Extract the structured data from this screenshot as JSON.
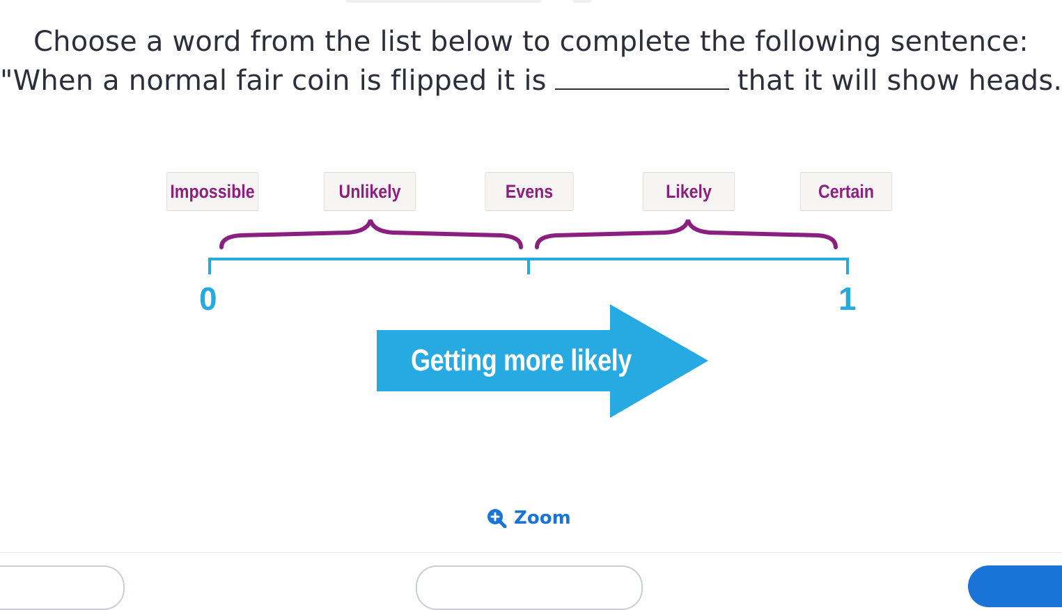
{
  "question": {
    "line1": "Choose a word from the list below to complete the following sentence:",
    "line2_before": "\"When a normal fair coin is flipped it is",
    "line2_after": "that it will show heads.\""
  },
  "word_options": [
    "Impossible",
    "Unlikely",
    "Evens",
    "Likely",
    "Certain"
  ],
  "scale": {
    "min_label": "0",
    "max_label": "1"
  },
  "arrow": {
    "label": "Getting more likely"
  },
  "zoom": {
    "label": "Zoom",
    "icon": "zoom-in-icon"
  },
  "colors": {
    "word_text": "#8c1f7f",
    "brace": "#8b1f7f",
    "number_line": "#27a9e1",
    "arrow": "#27a9e1",
    "link": "#1a73d6"
  }
}
